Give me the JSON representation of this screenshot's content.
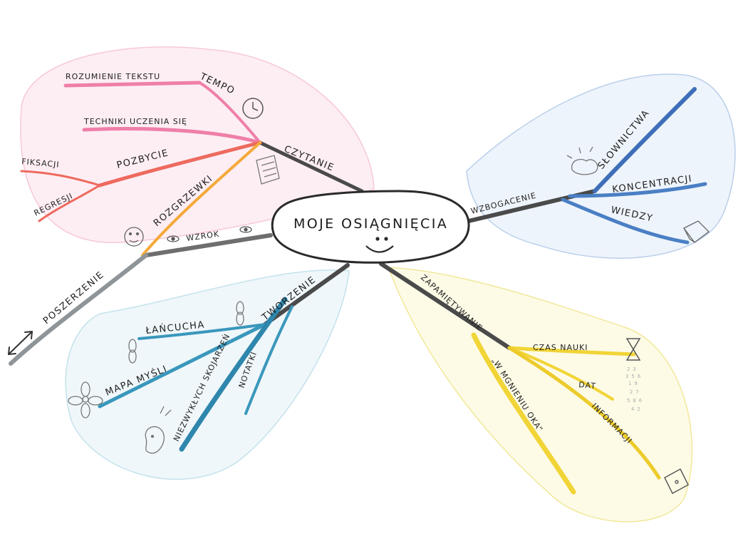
{
  "center": {
    "title": "MOJE OSIĄGNIĘCIA",
    "smiley": ": )"
  },
  "colors": {
    "pink": "#ef7fa8",
    "red": "#ee6a5e",
    "orange": "#f4a93a",
    "gray": "#8e9497",
    "blue": "#3f6fb8",
    "teal": "#3a97bc",
    "yellow": "#f1d436",
    "dark": "#4a4a4a"
  },
  "branches": {
    "reading": {
      "label": "CZYTANIE",
      "tempo": "TEMPO",
      "rozumienie": "ROZUMIENIE TEKSTU",
      "techniki": "TECHNIKI UCZENIA SIĘ",
      "pozbycie": "POZBYCIE",
      "fiksacji": "FIKSACJI",
      "regresji": "REGRESJI",
      "rozgrzewki": "ROZGRZEWKI",
      "wzrok": "WZROK",
      "poszerzenie": "POSZERZENIE"
    },
    "enrich": {
      "label": "WZBOGACENIE",
      "slownictwa": "SŁOWNICTWA",
      "koncentracji": "KONCENTRACJI",
      "wiedzy": "WIEDZY"
    },
    "create": {
      "label": "TWORZENIE",
      "kancucha": "ŁAŃCUCHA",
      "mapa": "MAPA MYŚLI",
      "niezwyklych": "NIEZWYKŁYCH SKOJARZEŃ",
      "notatki": "NOTATKI"
    },
    "memory": {
      "label": "ZAPAMIĘTYWANIE",
      "czas": "CZAS NAUKI",
      "dat": "DAT",
      "informacji": "INFORMACJI",
      "mgnieniu": "„W MGNIENIU OKA”"
    }
  }
}
